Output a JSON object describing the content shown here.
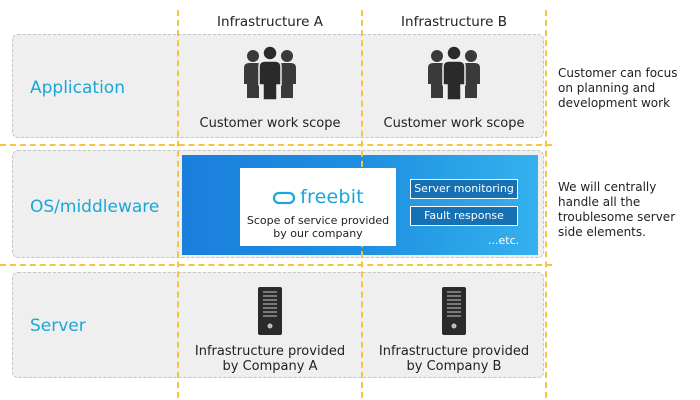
{
  "columns": {
    "infra_a": "Infrastructure A",
    "infra_b": "Infrastructure B"
  },
  "layers": {
    "application": "Application",
    "os_middleware": "OS/middleware",
    "server": "Server"
  },
  "application_row": {
    "scope_a": "Customer work scope",
    "scope_b": "Customer work scope",
    "icon": "people-group-icon"
  },
  "os_row": {
    "brand": "freebit",
    "brand_icon": "cloud-icon",
    "caption_line1": "Scope of service provided",
    "caption_line2": "by our company",
    "services": [
      "Server monitoring",
      "Fault response"
    ],
    "etc": "...etc."
  },
  "server_row": {
    "a_line1": "Infrastructure provided",
    "a_line2": "by Company A",
    "b_line1": "Infrastructure provided",
    "b_line2": "by Company B",
    "icon": "server-tower-icon"
  },
  "notes": {
    "application": [
      "Customer can focus",
      "on planning and",
      "development work"
    ],
    "os": [
      "We will centrally",
      "handle all the",
      "troublesome server",
      "side elements."
    ]
  },
  "colors": {
    "accent_blue": "#1aa6d8",
    "dashed_yellow": "#f5c542",
    "panel_blue": "#1a7fdc",
    "service_button": "#1570b4",
    "layer_bg": "#efefef"
  }
}
